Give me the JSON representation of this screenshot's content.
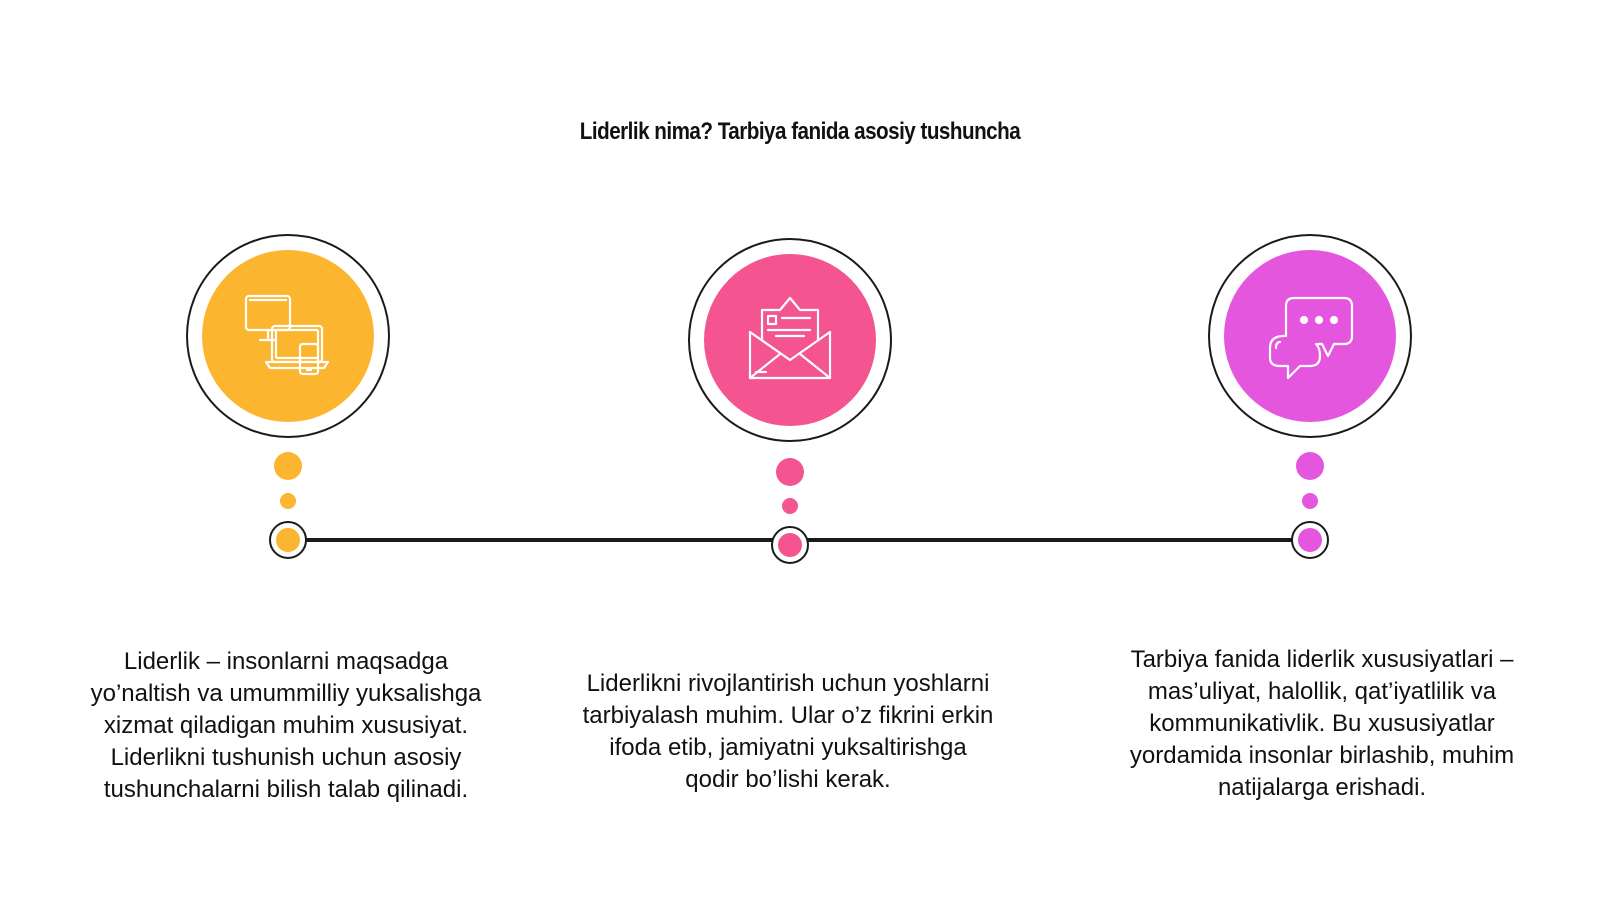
{
  "title": "Liderlik nima? Tarbiya fanida asosiy tushuncha",
  "colors": {
    "orange": "#FBB52F",
    "pink": "#F4548F",
    "magenta": "#E456DD",
    "line": "#1a1a1a"
  },
  "steps": [
    {
      "icon": "devices-icon",
      "color": "#FBB52F",
      "text": "Liderlik – insonlarni maqsadga\nyo’naltish va umummilliy yuksalishga\nxizmat qiladigan muhim xususiyat.\nLiderlikni tushunish uchun asosiy\ntushunchalarni bilish talab qilinadi."
    },
    {
      "icon": "envelope-letter-icon",
      "color": "#F4548F",
      "text": "Liderlikni rivojlantirish uchun yoshlarni\ntarbiyalash muhim. Ular o’z fikrini erkin\nifoda etib, jamiyatni yuksaltirishga\nqodir bo’lishi kerak."
    },
    {
      "icon": "chat-bubbles-icon",
      "color": "#E456DD",
      "text": "Tarbiya fanida liderlik xususiyatlari –\nmas’uliyat, halollik, qat’iyatlilik va\nkommunikativlik. Bu xususiyatlar\nyordamida insonlar birlashib, muhim\nnatijalarga erishadi."
    }
  ]
}
